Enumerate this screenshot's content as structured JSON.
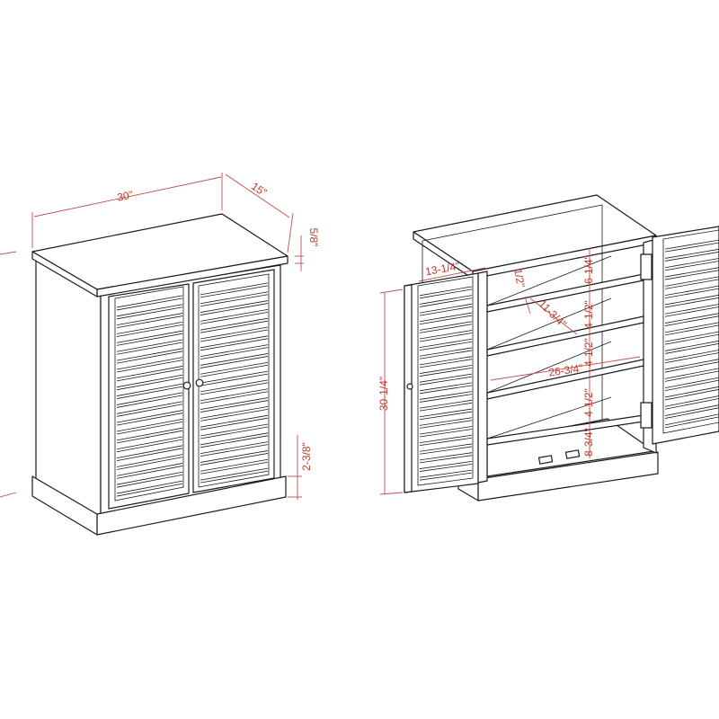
{
  "diagram": {
    "colors": {
      "line": "#1b1b1b",
      "dimension": "#c0392b",
      "background": "#ffffff"
    },
    "closed_view": {
      "width": "30\"",
      "depth": "15\"",
      "top_thickness": "5/8\"",
      "base_height": "2-3/8\""
    },
    "open_view": {
      "door_width": "13-1/4\"",
      "door_height": "30-1/4\"",
      "shelf_thickness": "1/2\"",
      "shelf_depth": "11-3/4\"",
      "interior_width": "26-3/4\"",
      "gap_top": "6-1/4\"",
      "gap_1": "4-1/2\"",
      "gap_2": "4-1/2\"",
      "gap_3": "4-1/2\"",
      "gap_bottom": "8-3/4\""
    }
  }
}
